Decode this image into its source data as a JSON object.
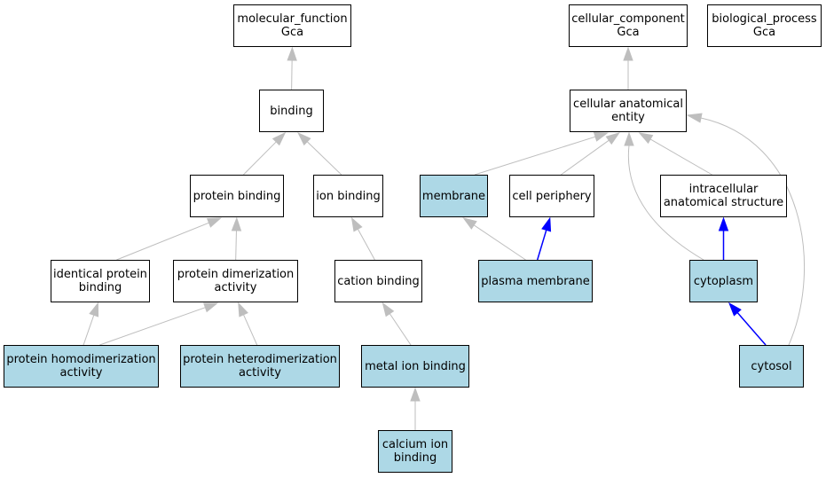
{
  "colors": {
    "highlight_fill": "#add8e6",
    "default_fill": "#ffffff",
    "edge_gray": "#bebebe",
    "edge_blue": "#0000ff"
  },
  "nodes": {
    "mf": {
      "lines": [
        "molecular_function",
        "Gca"
      ],
      "highlight": false
    },
    "cc": {
      "lines": [
        "cellular_component",
        "Gca"
      ],
      "highlight": false
    },
    "bp": {
      "lines": [
        "biological_process",
        "Gca"
      ],
      "highlight": false
    },
    "binding": {
      "lines": [
        "binding"
      ],
      "highlight": false
    },
    "cae": {
      "lines": [
        "cellular anatomical",
        "entity"
      ],
      "highlight": false
    },
    "protein_binding": {
      "lines": [
        "protein binding"
      ],
      "highlight": false
    },
    "ion_binding": {
      "lines": [
        "ion binding"
      ],
      "highlight": false
    },
    "membrane": {
      "lines": [
        "membrane"
      ],
      "highlight": true
    },
    "cell_periphery": {
      "lines": [
        "cell periphery"
      ],
      "highlight": false
    },
    "ias": {
      "lines": [
        "intracellular",
        "anatomical structure"
      ],
      "highlight": false
    },
    "identical_protein_binding": {
      "lines": [
        "identical protein",
        "binding"
      ],
      "highlight": false
    },
    "protein_dimerization": {
      "lines": [
        "protein dimerization",
        "activity"
      ],
      "highlight": false
    },
    "cation_binding": {
      "lines": [
        "cation binding"
      ],
      "highlight": false
    },
    "plasma_membrane": {
      "lines": [
        "plasma membrane"
      ],
      "highlight": true
    },
    "cytoplasm": {
      "lines": [
        "cytoplasm"
      ],
      "highlight": true
    },
    "protein_homodimerization": {
      "lines": [
        "protein homodimerization",
        "activity"
      ],
      "highlight": true
    },
    "protein_heterodimerization": {
      "lines": [
        "protein heterodimerization",
        "activity"
      ],
      "highlight": true
    },
    "metal_ion_binding": {
      "lines": [
        "metal ion binding"
      ],
      "highlight": true
    },
    "cytosol": {
      "lines": [
        "cytosol"
      ],
      "highlight": true
    },
    "calcium_ion_binding": {
      "lines": [
        "calcium ion",
        "binding"
      ],
      "highlight": true
    }
  },
  "edges": [
    {
      "from": "binding",
      "to": "mf",
      "color": "gray"
    },
    {
      "from": "cae",
      "to": "cc",
      "color": "gray"
    },
    {
      "from": "protein_binding",
      "to": "binding",
      "color": "gray"
    },
    {
      "from": "ion_binding",
      "to": "binding",
      "color": "gray"
    },
    {
      "from": "membrane",
      "to": "cae",
      "color": "gray"
    },
    {
      "from": "cell_periphery",
      "to": "cae",
      "color": "gray"
    },
    {
      "from": "ias",
      "to": "cae",
      "color": "gray"
    },
    {
      "from": "cytoplasm",
      "to": "cae",
      "color": "gray"
    },
    {
      "from": "cytosol",
      "to": "cae",
      "color": "gray"
    },
    {
      "from": "identical_protein_binding",
      "to": "protein_binding",
      "color": "gray"
    },
    {
      "from": "protein_dimerization",
      "to": "protein_binding",
      "color": "gray"
    },
    {
      "from": "cation_binding",
      "to": "ion_binding",
      "color": "gray"
    },
    {
      "from": "plasma_membrane",
      "to": "membrane",
      "color": "gray"
    },
    {
      "from": "plasma_membrane",
      "to": "cell_periphery",
      "color": "blue"
    },
    {
      "from": "cytoplasm",
      "to": "ias",
      "color": "blue"
    },
    {
      "from": "protein_homodimerization",
      "to": "identical_protein_binding",
      "color": "gray"
    },
    {
      "from": "protein_homodimerization",
      "to": "protein_dimerization",
      "color": "gray"
    },
    {
      "from": "protein_heterodimerization",
      "to": "protein_dimerization",
      "color": "gray"
    },
    {
      "from": "metal_ion_binding",
      "to": "cation_binding",
      "color": "gray"
    },
    {
      "from": "cytosol",
      "to": "cytoplasm",
      "color": "blue"
    },
    {
      "from": "calcium_ion_binding",
      "to": "metal_ion_binding",
      "color": "gray"
    }
  ]
}
